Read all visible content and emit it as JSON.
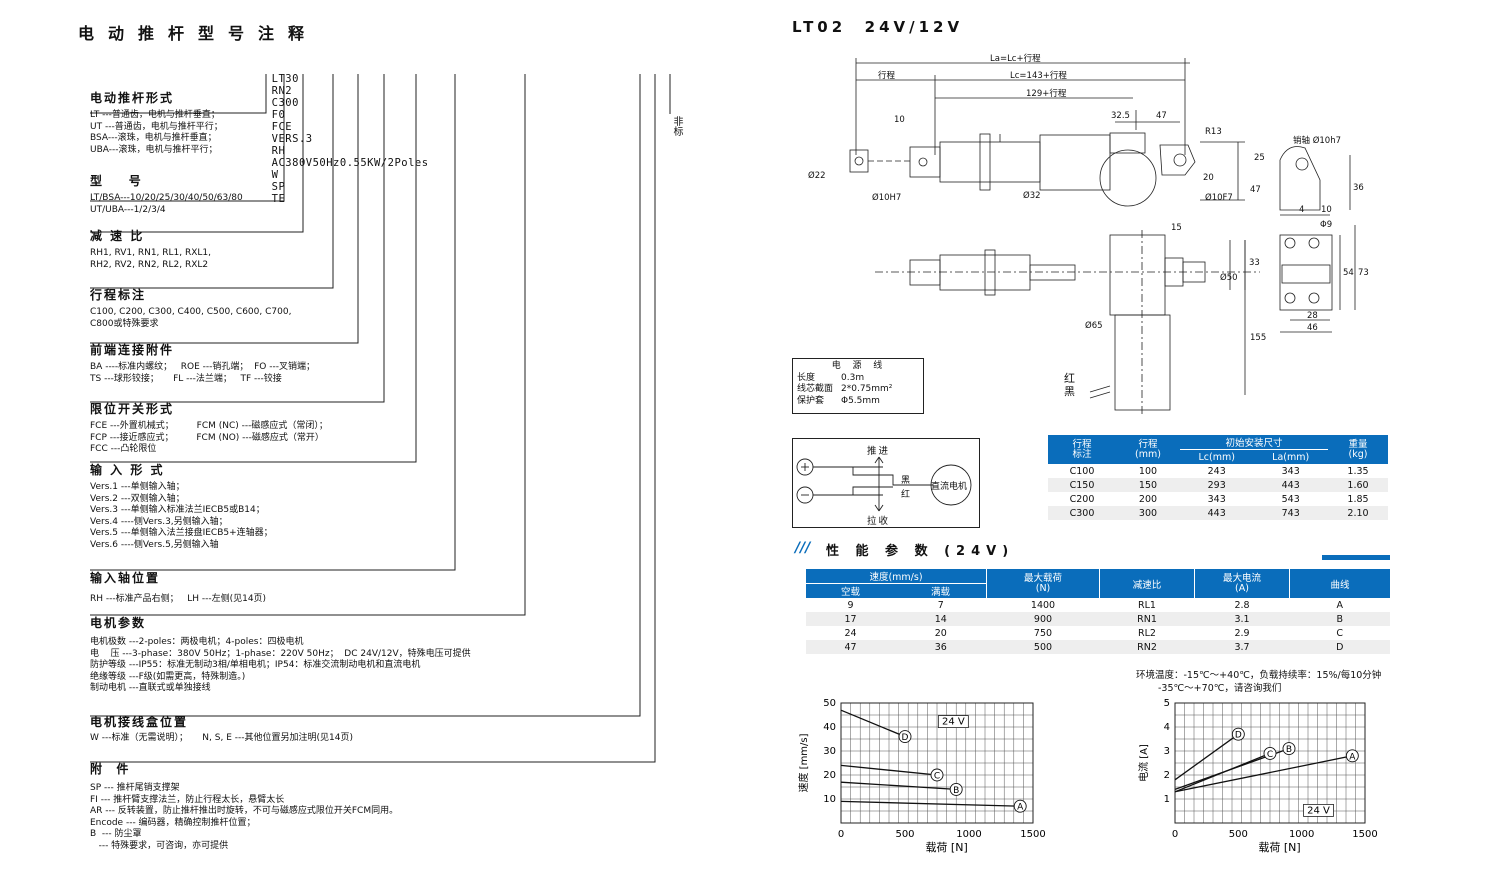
{
  "left": {
    "title": "电动推杆型号注释",
    "model_code": [
      "LT30",
      "RN2",
      "C300",
      "F0",
      "FCE",
      "VERS.3",
      "RH",
      "AC380V50Hz0.55KW/2Poles",
      "W",
      "SP",
      "TE"
    ],
    "side_note": "非标",
    "sections": [
      {
        "heading": "电动推杆形式",
        "lines": [
          "LT ---普通齿，电机与推杆垂直；",
          "UT ---普通齿，电机与推杆平行；",
          "BSA---滚珠，电机与推杆垂直；",
          "UBA---滚珠，电机与推杆平行；"
        ]
      },
      {
        "heading": "型    号",
        "lines": [
          "LT/BSA---10/20/25/30/40/50/63/80",
          "UT/UBA---1/2/3/4"
        ]
      },
      {
        "heading": "减 速 比",
        "lines": [
          "RH1, RV1, RN1, RL1, RXL1,",
          "RH2, RV2, RN2, RL2, RXL2"
        ]
      },
      {
        "heading": "行程标注",
        "lines": [
          "C100, C200, C300, C400, C500, C600, C700,",
          "C800或特殊要求"
        ]
      },
      {
        "heading": "前端连接附件",
        "lines": [
          "BA ----标准内螺纹；   ROE ---销孔端；  FO ---叉销端；",
          "TS ---球形铰接；     FL ---法兰端；   TF ---铰接"
        ]
      },
      {
        "heading": "限位开关形式",
        "lines": [
          "FCE ---外置机械式；        FCM (NC) ---磁感应式（常闭）；",
          "FCP ---接近感应式；        FCM (NO) ---磁感应式（常开）",
          "FCC ---凸轮限位"
        ]
      },
      {
        "heading": "输 入 形 式",
        "lines": [
          "Vers.1 ---单侧输入轴；",
          "Vers.2 ---双侧输入轴；",
          "Vers.3 ---单侧输入标准法兰IECB5或B14；",
          "Vers.4 ----侧Vers.3,另侧输入轴；",
          "Vers.5 ---单侧输入法兰接盘IECB5+连轴器；",
          "Vers.6 ----侧Vers.5,另侧输入轴"
        ]
      },
      {
        "heading": "输入轴位置",
        "lines": [
          "RH ---标准产品右侧；   LH ---左侧(见14页)"
        ]
      },
      {
        "heading": "电机参数",
        "lines": [
          "电机极数 ---2-poles：两极电机；4-poles：四极电机",
          "电    压 ---3-phase：380V 50Hz；1-phase：220V 50Hz；  DC 24V/12V，特殊电压可提供",
          "防护等级 ---IP55：标准无制动3相/单相电机；IP54：标准交流制动电机和直流电机",
          "绝缘等级 ---F级(如需更高，特殊制造。)",
          "制动电机 ---直联式或单独接线"
        ]
      },
      {
        "heading": "电机接线盒位置",
        "lines": [
          "W ---标准（无需说明）；     N, S, E ---其他位置另加注明(见14页)"
        ]
      },
      {
        "heading": "附  件",
        "lines": [
          "SP --- 推杆尾销支撑架",
          "FI --- 推杆臂支撑法兰，防止行程太长，悬臂太长",
          "AR --- 反转装置，防止推杆推出时旋转，不可与磁感应式限位开关FCM同用。",
          "Encode --- 编码器，精确控制推杆位置；",
          "B  --- 防尘罩",
          "   --- 特殊要求，可咨询，亦可提供"
        ]
      }
    ]
  },
  "right": {
    "title": "LT02  24V/12V",
    "dims": {
      "la": "La=Lc+行程",
      "stroke": "行程",
      "lc": "Lc=143+行程",
      "d129": "129+行程",
      "d10": "10",
      "d325": "32.5",
      "d47": "47",
      "r13": "R13",
      "pin": "销轴 Ø10h7",
      "d25": "25",
      "d20": "20",
      "d47b": "47",
      "phi22": "Ø22",
      "phi10h7": "Ø10H7",
      "phi32": "Ø32",
      "phi10f7": "Ø10F7",
      "d36": "36",
      "d4": "4",
      "d10b": "10",
      "phi9": "Φ9",
      "d15": "15",
      "phi50": "Ø50",
      "d33": "33",
      "d54": "54",
      "d73": "73",
      "d28": "28",
      "d46": "46",
      "phi65": "Ø65",
      "d155": "155"
    },
    "cable": {
      "title": "电  源  线",
      "rows": [
        [
          "长度",
          "0.3m"
        ],
        [
          "线芯截面",
          "2*0.75mm²"
        ],
        [
          "保护套",
          "Φ5.5mm"
        ]
      ],
      "red": "红",
      "black": "黑"
    },
    "wiring": {
      "push": "推进",
      "pull": "拉收",
      "black": "黑",
      "red": "红",
      "motor": "直流电机"
    },
    "size_table": {
      "headers": [
        "行程\n标注",
        "行程\n(mm)",
        "初始安装尺寸",
        "重量\n(kg)"
      ],
      "sub": [
        "Lc(mm)",
        "La(mm)"
      ],
      "rows": [
        [
          "C100",
          "100",
          "243",
          "343",
          "1.35"
        ],
        [
          "C150",
          "150",
          "293",
          "443",
          "1.60"
        ],
        [
          "C200",
          "200",
          "343",
          "543",
          "1.85"
        ],
        [
          "C300",
          "300",
          "443",
          "743",
          "2.10"
        ]
      ]
    },
    "perf_title": "性 能 参 数 (24V)",
    "perf_table": {
      "headers": [
        "速度(mm/s)",
        "最大载荷\n(N)",
        "减速比",
        "最大电流\n(A)",
        "曲线"
      ],
      "sub": [
        "空载",
        "满载"
      ],
      "rows": [
        [
          "9",
          "7",
          "1400",
          "RL1",
          "2.8",
          "A"
        ],
        [
          "17",
          "14",
          "900",
          "RN1",
          "3.1",
          "B"
        ],
        [
          "24",
          "20",
          "750",
          "RL2",
          "2.9",
          "C"
        ],
        [
          "47",
          "36",
          "500",
          "RN2",
          "3.7",
          "D"
        ]
      ]
    },
    "env_note": [
      "环境温度：-15℃～+40℃，负载持续率：15%/每10分钟",
      "-35℃～+70℃，请咨询我们"
    ],
    "speed_chart": {
      "ylabel": "速度 [mm/s]",
      "xlabel": "载荷 [N]",
      "tag": "24 V",
      "y_ticks": [
        "10",
        "20",
        "30",
        "40",
        "50"
      ],
      "x_ticks": [
        "0",
        "500",
        "1000",
        "1500"
      ]
    },
    "current_chart": {
      "ylabel": "电流 [A]",
      "xlabel": "载荷 [N]",
      "tag": "24 V",
      "y_ticks": [
        "1",
        "2",
        "3",
        "4",
        "5"
      ],
      "x_ticks": [
        "0",
        "500",
        "1000",
        "1500"
      ]
    }
  },
  "chart_data": [
    {
      "type": "line",
      "xlabel": "载荷 [N]",
      "ylabel": "速度 [mm/s]",
      "xlim": [
        0,
        1500
      ],
      "ylim": [
        0,
        50
      ],
      "grid": true,
      "series": [
        {
          "name": "A",
          "x": [
            0,
            1400
          ],
          "y": [
            9,
            7
          ]
        },
        {
          "name": "B",
          "x": [
            0,
            900
          ],
          "y": [
            17,
            14
          ]
        },
        {
          "name": "C",
          "x": [
            0,
            750
          ],
          "y": [
            24,
            20
          ]
        },
        {
          "name": "D",
          "x": [
            0,
            500
          ],
          "y": [
            47,
            36
          ]
        }
      ]
    },
    {
      "type": "line",
      "xlabel": "载荷 [N]",
      "ylabel": "电流 [A]",
      "xlim": [
        0,
        1500
      ],
      "ylim": [
        0,
        5
      ],
      "grid": true,
      "series": [
        {
          "name": "A",
          "x": [
            0,
            1400
          ],
          "y": [
            1.3,
            2.8
          ]
        },
        {
          "name": "B",
          "x": [
            0,
            900
          ],
          "y": [
            1.4,
            3.1
          ]
        },
        {
          "name": "C",
          "x": [
            0,
            750
          ],
          "y": [
            1.3,
            2.9
          ]
        },
        {
          "name": "D",
          "x": [
            0,
            500
          ],
          "y": [
            1.8,
            3.7
          ]
        }
      ]
    }
  ]
}
